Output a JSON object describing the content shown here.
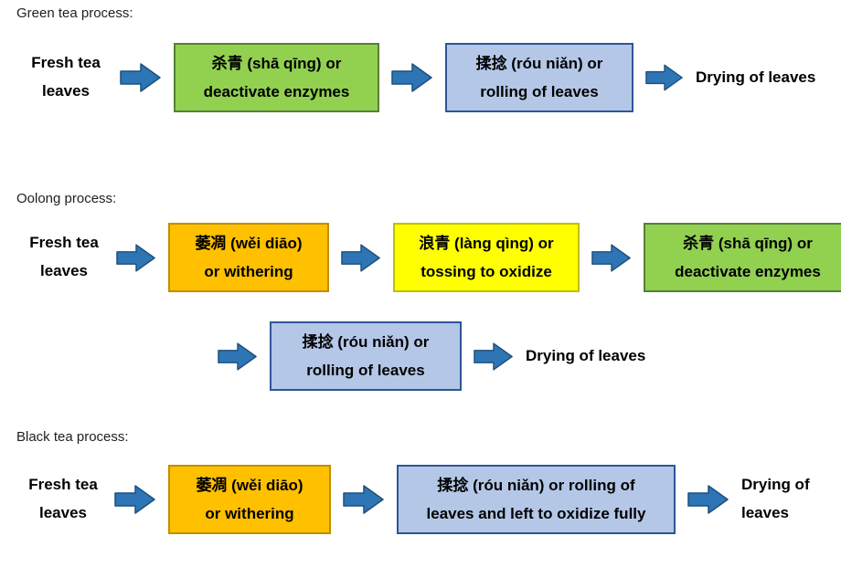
{
  "colors": {
    "green_fill": "#92D050",
    "green_border": "#538135",
    "blue_fill": "#B4C7E7",
    "blue_border": "#2F5597",
    "orange_fill": "#FFC000",
    "orange_border": "#BF8F00",
    "yellow_fill": "#FFFF00",
    "yellow_border": "#BFBF00",
    "arrow_fill": "#2E75B6",
    "arrow_border": "#1F4E79"
  },
  "green": {
    "heading": "Green tea process:",
    "start_line1": "Fresh tea",
    "start_line2": "leaves",
    "box1_line1": "杀青 (shā qīng) or",
    "box1_line2": "deactivate enzymes",
    "box2_line1": "揉捻 (róu niǎn) or",
    "box2_line2": "rolling of leaves",
    "end": "Drying of leaves"
  },
  "oolong": {
    "heading": "Oolong process:",
    "start_line1": "Fresh tea",
    "start_line2": "leaves",
    "box1_line1": "萎凋 (wěi diāo)",
    "box1_line2": "or withering",
    "box2_line1": "浪青 (làng qìng) or",
    "box2_line2": "tossing to oxidize",
    "box3_line1": "杀青 (shā qīng) or",
    "box3_line2": "deactivate enzymes",
    "box4_line1": "揉捻 (róu niǎn) or",
    "box4_line2": "rolling of leaves",
    "end": "Drying of leaves"
  },
  "black": {
    "heading": "Black tea process:",
    "start_line1": "Fresh tea",
    "start_line2": "leaves",
    "box1_line1": "萎凋 (wěi diāo)",
    "box1_line2": "or withering",
    "box2_line1": "揉捻 (róu niǎn) or rolling of",
    "box2_line2": "leaves and left to oxidize fully",
    "end_line1": "Drying of",
    "end_line2": "leaves"
  }
}
